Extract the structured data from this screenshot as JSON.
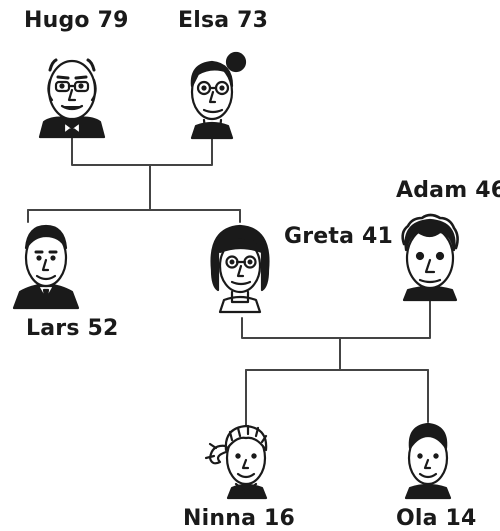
{
  "people": {
    "hugo": {
      "label": "Hugo 79"
    },
    "elsa": {
      "label": "Elsa 73"
    },
    "adam": {
      "label": "Adam 46"
    },
    "greta": {
      "label": "Greta 41"
    },
    "lars": {
      "label": "Lars 52"
    },
    "ninna": {
      "label": "Ninna 16"
    },
    "ola": {
      "label": "Ola 14"
    }
  },
  "colors": {
    "ink": "#1a1a1a",
    "line": "#444444",
    "background": "#ffffff"
  }
}
